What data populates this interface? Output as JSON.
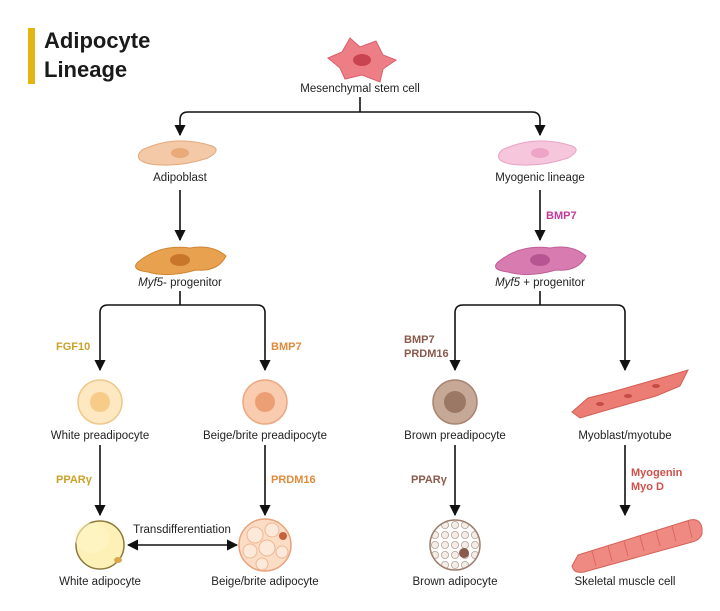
{
  "title": {
    "line1": "Adipocyte",
    "line2": "Lineage"
  },
  "cells": {
    "msc": "Mesenchymal stem cell",
    "adipoblast": "Adipoblast",
    "myogenic": "Myogenic lineage",
    "myf5neg_gene": "Myf5",
    "myf5neg_rest": "- progenitor",
    "myf5pos_gene": "Myf5",
    "myf5pos_rest": " + progenitor",
    "white_pre": "White preadipocyte",
    "beige_pre": "Beige/brite preadipocyte",
    "brown_pre": "Brown preadipocyte",
    "myoblast": "Myoblast/myotube",
    "white_adipo": "White adipocyte",
    "beige_adipo": "Beige/brite adipocyte",
    "brown_adipo": "Brown adipocyte",
    "skeletal": "Skeletal muscle cell"
  },
  "factors": {
    "bmp7_myo": "BMP7",
    "fgf10": "FGF10",
    "bmp7_beige": "BMP7",
    "bmp7_brown": "BMP7",
    "prdm16_brown": "PRDM16",
    "ppar_white": "PPARγ",
    "prdm16_beige": "PRDM16",
    "ppar_brown": "PPARγ",
    "myogenin": "Myogenin",
    "myod": "Myo D"
  },
  "edges": {
    "transdiff": "Transdifferentiation"
  },
  "colors": {
    "title_bar": "#e1b512",
    "yellow_factor": "#c9a227",
    "orange_factor": "#e08a3c",
    "brown_factor": "#8a5a4a",
    "magenta_factor": "#c43a9a",
    "red_factor": "#d0504a"
  }
}
